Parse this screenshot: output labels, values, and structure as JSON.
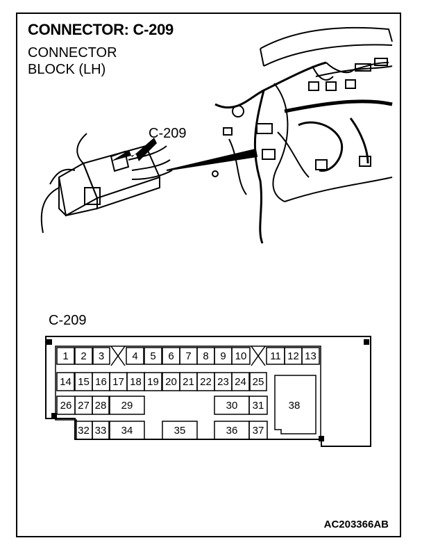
{
  "header": {
    "title": "CONNECTOR: C-209",
    "subtitle_line1": "CONNECTOR",
    "subtitle_line2": "BLOCK (LH)"
  },
  "illustration": {
    "callout_label": "C-209"
  },
  "pinout": {
    "label": "C-209",
    "row1": [
      "1",
      "2",
      "3",
      "4",
      "5",
      "6",
      "7",
      "8",
      "9",
      "10",
      "11",
      "12",
      "13"
    ],
    "row2": [
      "14",
      "15",
      "16",
      "17",
      "18",
      "19",
      "20",
      "21",
      "22",
      "23",
      "24",
      "25"
    ],
    "row3": [
      "26",
      "27",
      "28",
      "29",
      "30",
      "31"
    ],
    "row4": [
      "32",
      "33",
      "34",
      "35",
      "36",
      "37"
    ],
    "big_pin": "38"
  },
  "footer": {
    "ref_code": "AC203366AB"
  }
}
